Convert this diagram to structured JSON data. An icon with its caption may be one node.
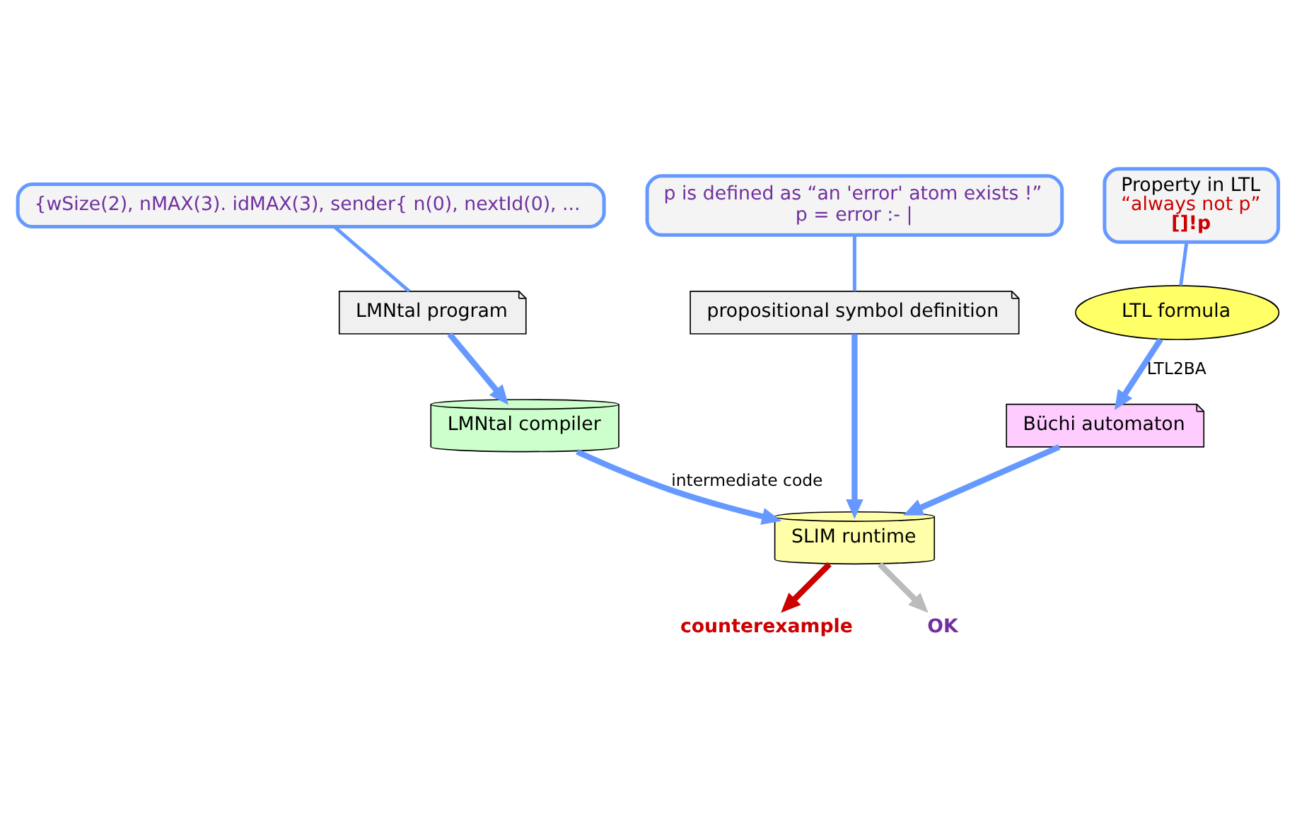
{
  "diagram": {
    "nodes": [
      {
        "text": [
          "{wSize(2), nMAX(3). idMAX(3), sender{ n(0), nextId(0), ..."
        ]
      },
      {
        "text": [
          "LMNtal program"
        ]
      },
      {
        "text": [
          "p is defined as “an 'error' atom exists !”",
          "p = error :- |"
        ]
      },
      {
        "text": [
          "propositional symbol definition"
        ]
      },
      {
        "text": [
          "Property in LTL",
          "“always not p”",
          "[]!p"
        ]
      },
      {
        "text": [
          "LTL formula"
        ]
      },
      {
        "text": [
          "LMNtal compiler"
        ]
      },
      {
        "text": [
          "SLIM runtime"
        ]
      },
      {
        "text": [
          "Büchi automaton"
        ]
      },
      {
        "text": [
          "counterexample"
        ]
      },
      {
        "text": [
          "OK"
        ]
      }
    ],
    "edges": [
      {
        "from": 0,
        "to": 1,
        "arrow": "none"
      },
      {
        "from": 2,
        "to": 3,
        "arrow": "none"
      },
      {
        "from": 4,
        "to": 5,
        "arrow": "none"
      },
      {
        "from": 1,
        "to": 6,
        "arrow": "to"
      },
      {
        "from": 3,
        "to": 7,
        "arrow": "to"
      },
      {
        "from": 5,
        "to": 8,
        "arrow": "to",
        "label": "LTL2BA"
      },
      {
        "from": 6,
        "to": 7,
        "arrow": "to",
        "label": "intermediate code"
      },
      {
        "from": 8,
        "to": 7,
        "arrow": "to"
      },
      {
        "from": 7,
        "to": 9,
        "arrow": "to",
        "color": "#cc0000"
      },
      {
        "from": 7,
        "to": 10,
        "arrow": "to",
        "color": "#bbbbbb"
      }
    ]
  }
}
